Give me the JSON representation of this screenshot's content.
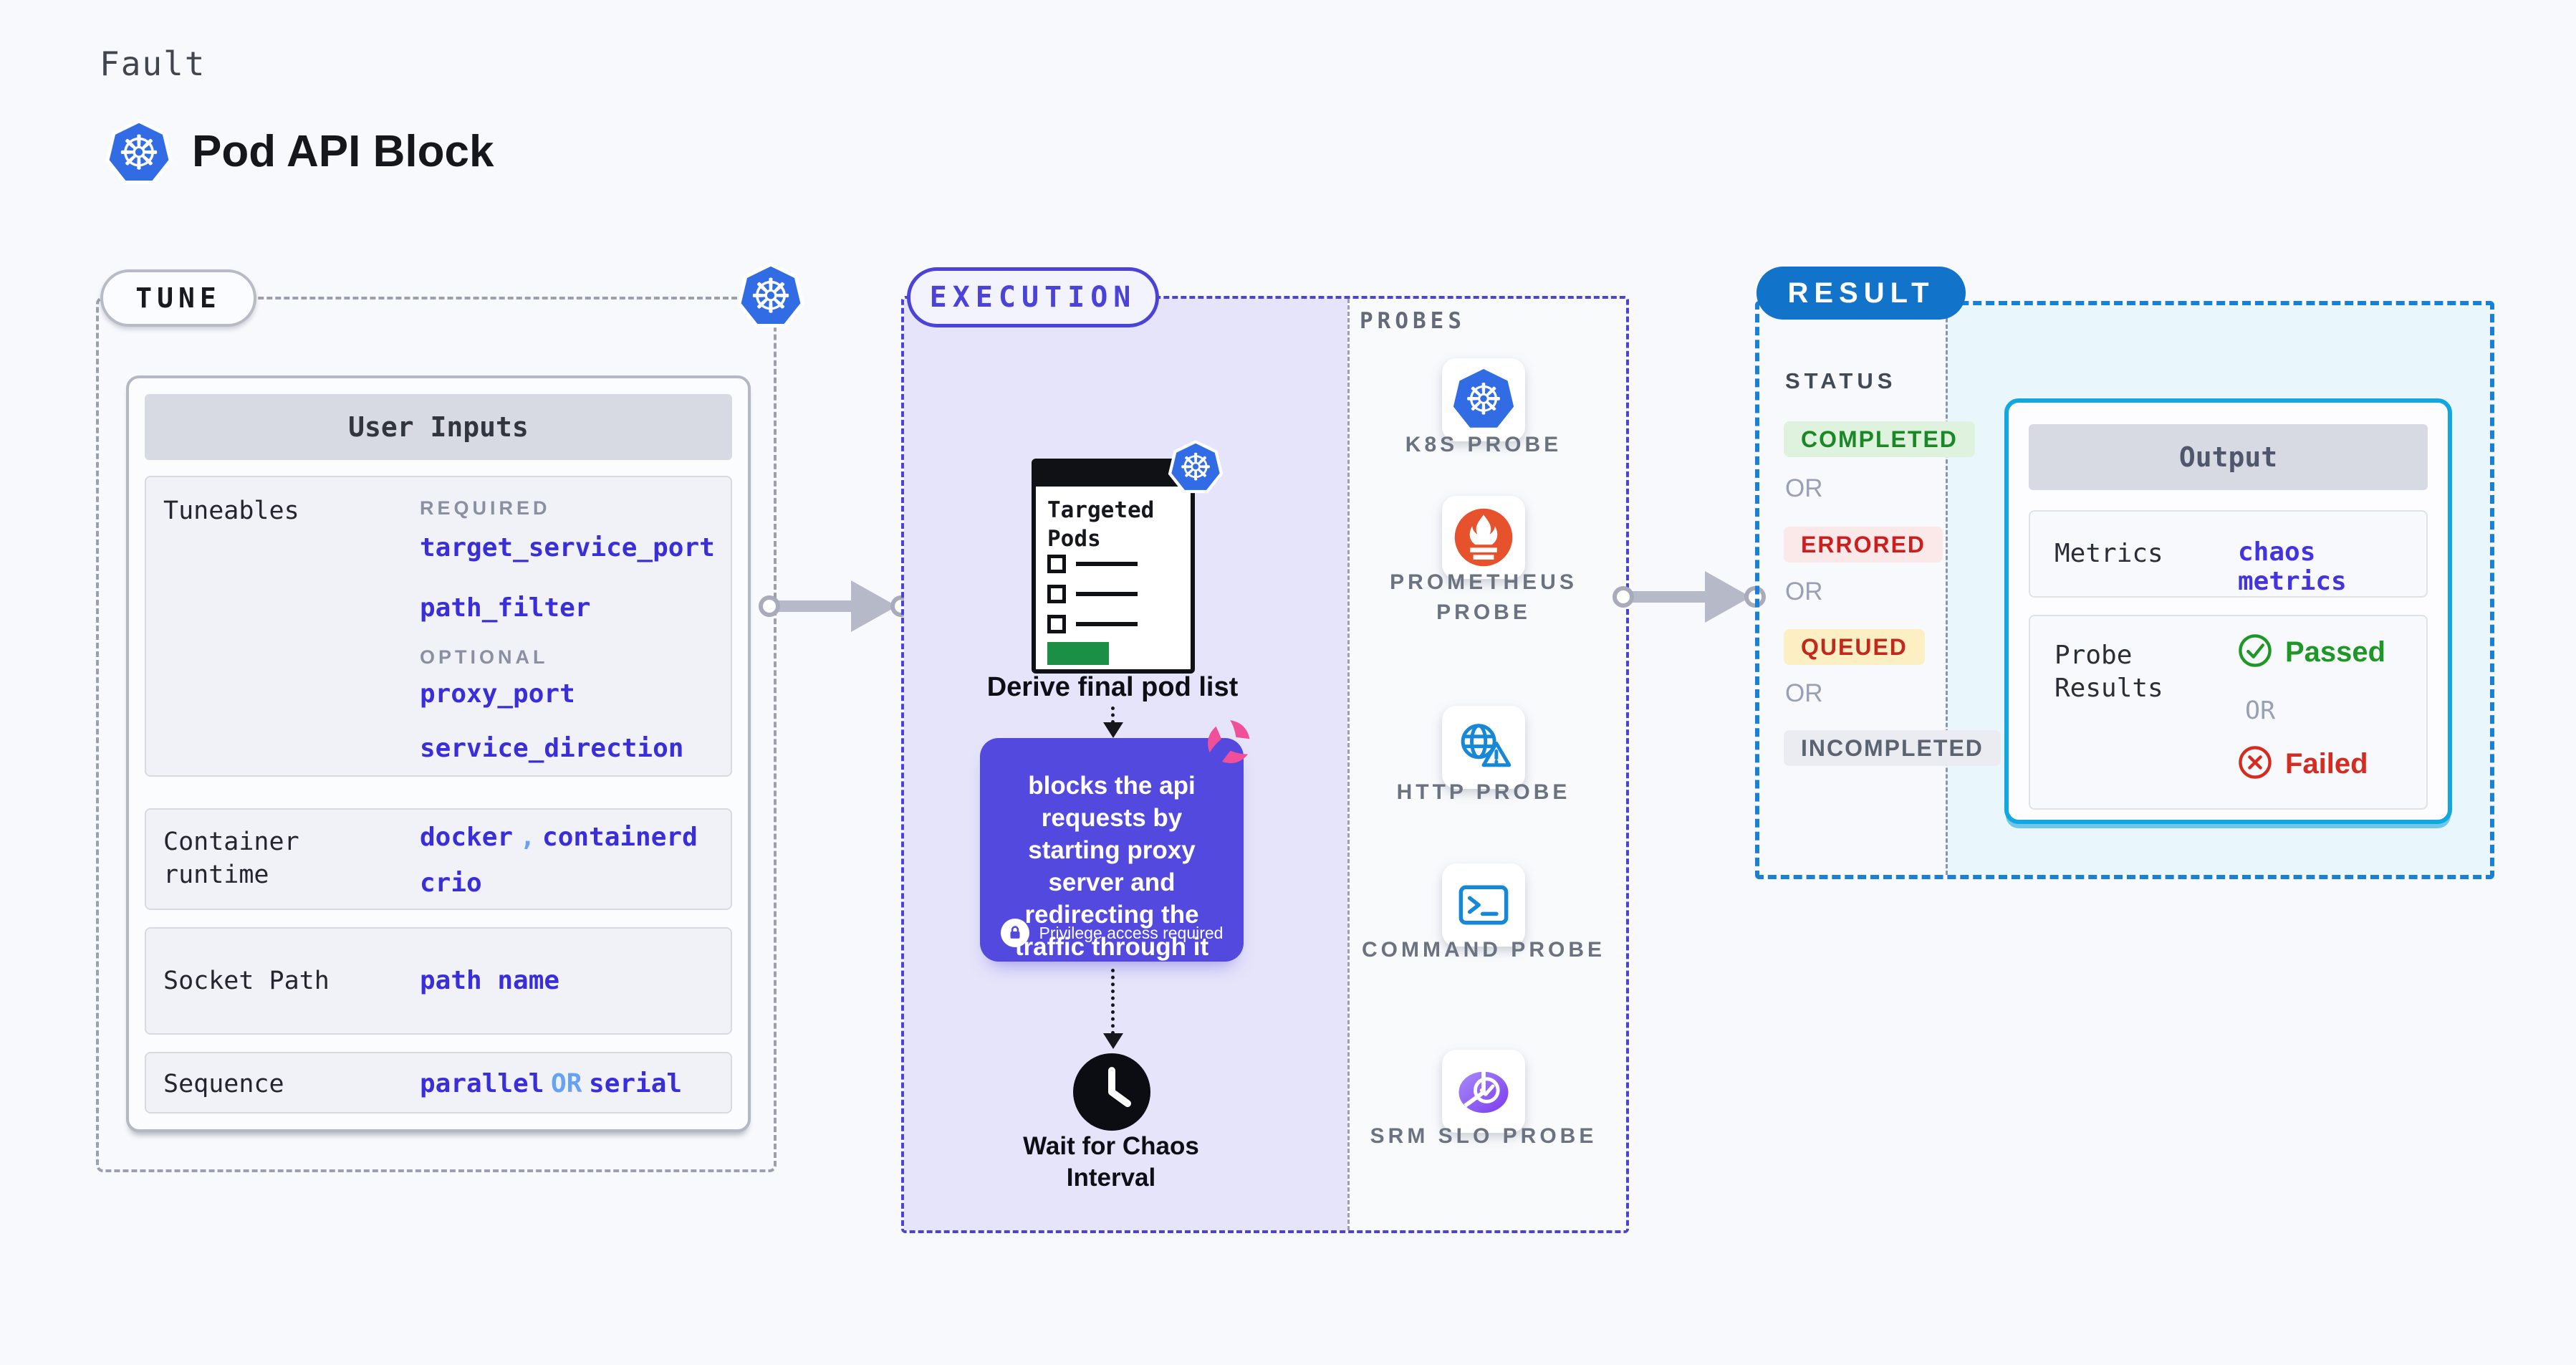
{
  "header": {
    "eyebrow": "Fault",
    "title": "Pod API Block"
  },
  "tune": {
    "badge": "TUNE",
    "user_inputs_title": "User Inputs",
    "tuneables": {
      "label": "Tuneables",
      "required_heading": "REQUIRED",
      "required_values": [
        "target_service_port",
        "path_filter"
      ],
      "optional_heading": "OPTIONAL",
      "optional_values": [
        "proxy_port",
        "service_direction"
      ]
    },
    "container_runtime": {
      "label": "Container runtime",
      "value1": "docker",
      "separator": ",",
      "value2": "containerd",
      "value3": "crio"
    },
    "socket_path": {
      "label": "Socket Path",
      "value": "path name"
    },
    "sequence": {
      "label": "Sequence",
      "value1": "parallel",
      "or": "OR",
      "value2": "serial"
    }
  },
  "execution": {
    "badge": "EXECUTION",
    "targeted_pods_title": "Targeted Pods",
    "derive_label": "Derive final pod list",
    "description": "blocks the api requests by starting proxy server and redirecting the traffic through it",
    "privilege_note": "Privilege access required",
    "wait_label": "Wait for Chaos Interval"
  },
  "probes": {
    "heading": "PROBES",
    "items": [
      {
        "label": "K8S PROBE",
        "icon": "kubernetes-icon"
      },
      {
        "label": "PROMETHEUS PROBE",
        "icon": "prometheus-icon"
      },
      {
        "label": "HTTP PROBE",
        "icon": "globe-warning-icon"
      },
      {
        "label": "COMMAND PROBE",
        "icon": "terminal-icon"
      },
      {
        "label": "SRM SLO PROBE",
        "icon": "slo-pie-check-icon"
      }
    ]
  },
  "result": {
    "badge": "RESULT",
    "status_heading": "STATUS",
    "or_separator": "OR",
    "statuses": [
      {
        "label": "COMPLETED",
        "text_color": "#1b8828",
        "bg_color": "#def2de"
      },
      {
        "label": "ERRORED",
        "text_color": "#cb1f1f",
        "bg_color": "#fbe9e9"
      },
      {
        "label": "QUEUED",
        "text_color": "#c3281c",
        "bg_color": "#fcefc3"
      },
      {
        "label": "INCOMPLETED",
        "text_color": "#5b6270",
        "bg_color": "#ebecf2"
      }
    ],
    "output": {
      "title": "Output",
      "metrics_label": "Metrics",
      "metrics_value": "chaos metrics",
      "probe_results_label": "Probe Results",
      "passed_label": "Passed",
      "or_separator": "OR",
      "failed_label": "Failed"
    }
  },
  "colors": {
    "page_bg": "#f7f9fc",
    "accent_indigo": "#4b42d8",
    "value_indigo": "#3a2ed8",
    "link_blue": "#66a1f2",
    "result_blue": "#1273cb",
    "output_border_cyan": "#12a7de",
    "passed_green": "#1e9727",
    "failed_red": "#d52b20",
    "kubernetes_blue": "#326ce5",
    "prometheus_orange": "#e6522c",
    "chaos_pink": "#f04f9a",
    "panel_lavender": "#e5e4fa",
    "purple_card": "#5349df"
  }
}
